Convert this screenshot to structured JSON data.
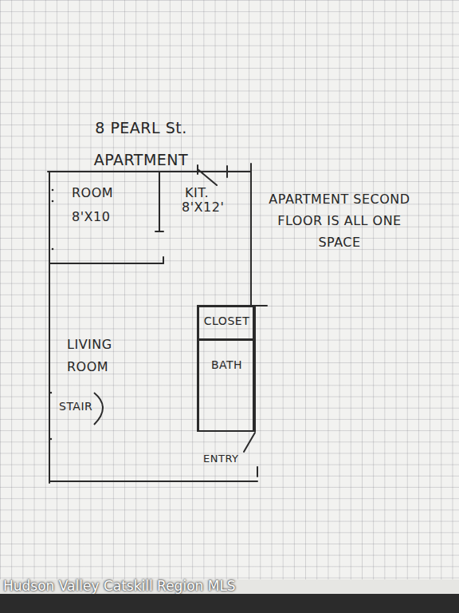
{
  "diagram": {
    "title": "8 PEARL St. APARTMENT",
    "nodes": [
      {
        "text": [
          "ROOM",
          "8'X10"
        ]
      },
      {
        "text": [
          "KIT.",
          "8'X12'"
        ]
      },
      {
        "text": [
          "CLOSET"
        ]
      },
      {
        "text": [
          "BATH"
        ]
      }
    ],
    "labels": [
      "APARTMENT SECOND FLOOR IS ALL ONE SPACE",
      "LIVING ROOM",
      "STAIR",
      "ENTRY",
      "Hudson Valley Catskill Region MLS"
    ]
  }
}
